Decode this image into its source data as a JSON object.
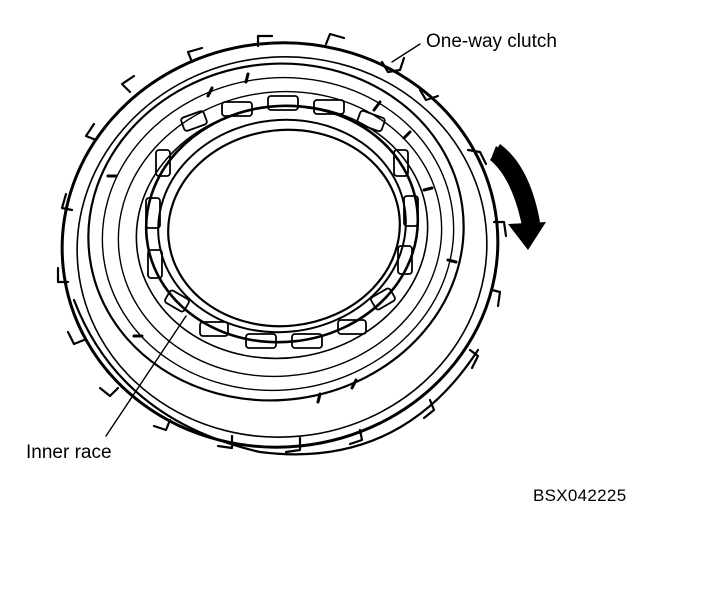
{
  "diagram": {
    "labels": {
      "one_way_clutch": "One-way clutch",
      "inner_race": "Inner race",
      "figure_code": "BSX042225"
    },
    "rotation_arrow": {
      "direction": "clockwise"
    },
    "colors": {
      "line": "#000000",
      "background": "#ffffff"
    }
  }
}
